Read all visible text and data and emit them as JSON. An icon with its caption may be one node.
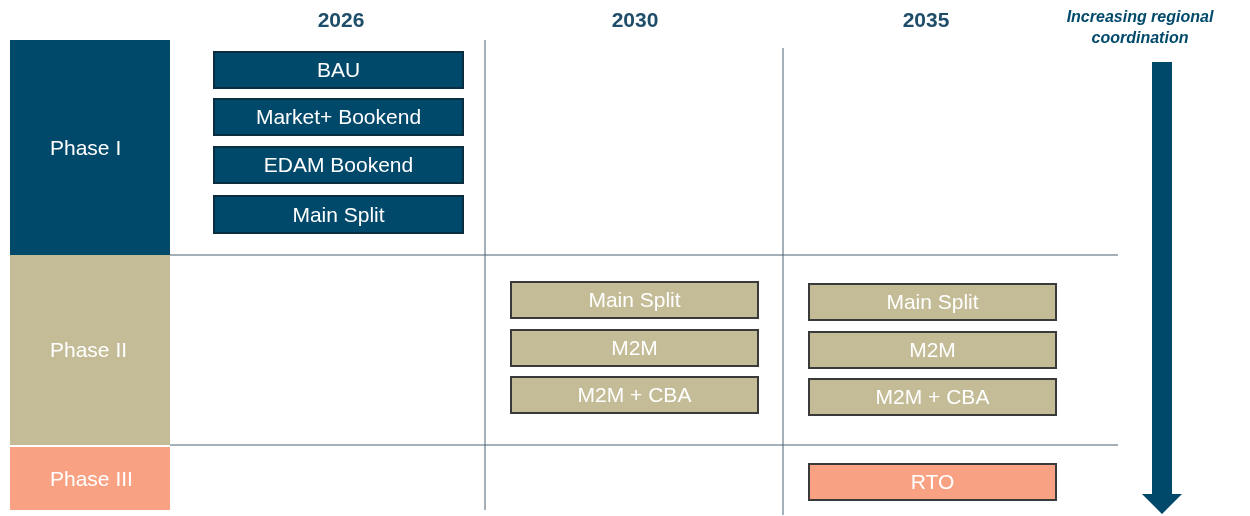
{
  "diagram": {
    "nodes": [
      {
        "text": [
          "Phase I"
        ]
      },
      {
        "text": [
          "BAU"
        ]
      },
      {
        "text": [
          "Market+ Bookend"
        ]
      },
      {
        "text": [
          "EDAM Bookend"
        ]
      },
      {
        "text": [
          "Main Split"
        ]
      },
      {
        "text": [
          "Phase II"
        ]
      },
      {
        "text": [
          "Main Split"
        ]
      },
      {
        "text": [
          "M2M"
        ]
      },
      {
        "text": [
          "M2M + CBA"
        ]
      },
      {
        "text": [
          "Main Split"
        ]
      },
      {
        "text": [
          "M2M"
        ]
      },
      {
        "text": [
          "M2M + CBA"
        ]
      },
      {
        "text": [
          "Phase III"
        ]
      },
      {
        "text": [
          "RTO"
        ]
      }
    ],
    "edges": [],
    "labels": [
      "2026",
      "2030",
      "2035",
      "Increasing regional coordination"
    ]
  }
}
